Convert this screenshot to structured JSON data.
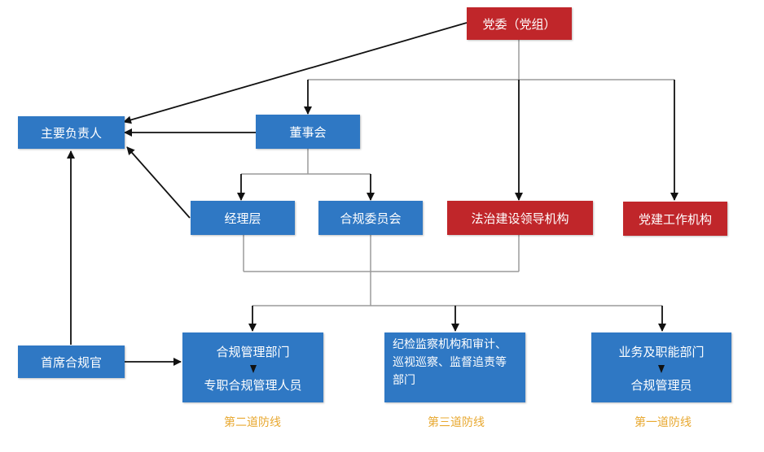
{
  "nodes": {
    "party_committee": "党委（党组）",
    "principal": "主要负责人",
    "board": "董事会",
    "management": "经理层",
    "compliance_committee": "合规委员会",
    "rule_of_law_group": "法治建设领导机构",
    "party_work_org": "党建工作机构",
    "cco": "首席合规官",
    "compliance_dept": {
      "line1": "合规管理部门",
      "line2": "专职合规管理人员"
    },
    "discipline_dept": {
      "line1": "纪检监察机构和审计、",
      "line2": "巡视巡察、监督追责等",
      "line3": "部门"
    },
    "business_dept": {
      "line1": "业务及职能部门",
      "line2": "合规管理员"
    }
  },
  "defense_lines": {
    "second": "第二道防线",
    "third": "第三道防线",
    "first": "第一道防线"
  },
  "colors": {
    "blue_box": "#2f78c4",
    "red_box": "#c0262a",
    "label_gold": "#e8a830",
    "line_gray": "#9a9a9a",
    "arrow_black": "#111111"
  }
}
